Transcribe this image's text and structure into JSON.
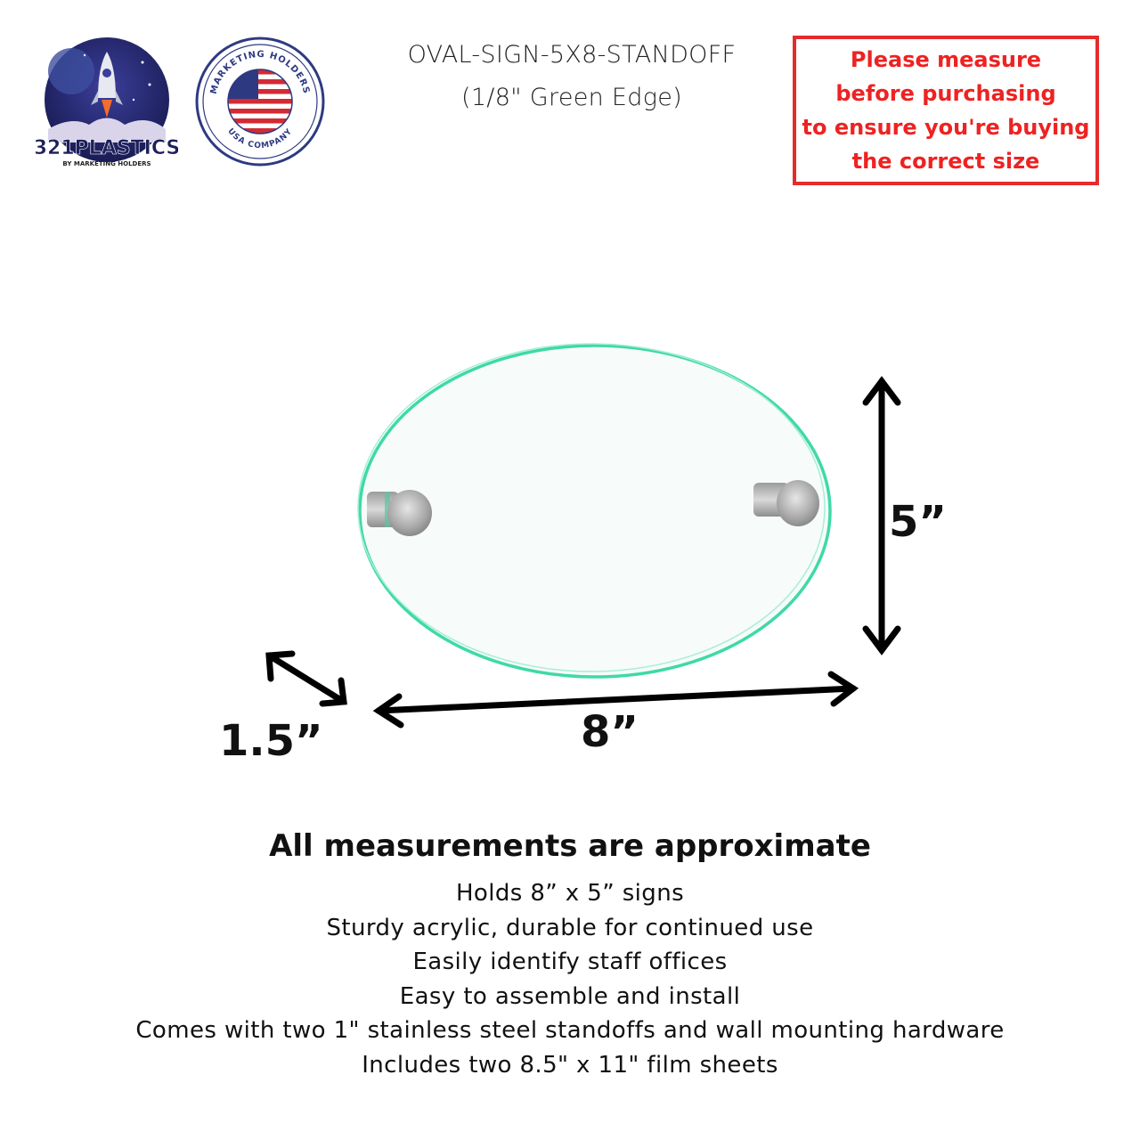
{
  "logos": {
    "left": {
      "icon": "rocket-logo",
      "brand": "321PLASTICS",
      "tagline": "BY MARKETING HOLDERS"
    },
    "right": {
      "icon": "us-flag-seal",
      "top_text": "MARKETING HOLDERS",
      "bottom_text": "USA COMPANY"
    }
  },
  "header": {
    "product_code": "OVAL-SIGN-5X8-STANDOFF",
    "edge_note": "(1/8\" Green Edge)"
  },
  "warning": {
    "lines": [
      "Please measure",
      "before purchasing",
      "to ensure you're buying",
      "the correct size"
    ],
    "color": "#e52b2b"
  },
  "diagram": {
    "dimensions": {
      "height": "5”",
      "width": "8”",
      "depth": "1.5”"
    },
    "edge_color": "#3fd9a8",
    "standoff_color": "#b8b8b8"
  },
  "footer": {
    "title": "All measurements are approximate",
    "features": [
      "Holds 8” x 5” signs",
      "Sturdy acrylic, durable for continued use",
      "Easily identify staff offices",
      "Easy to assemble and install",
      "Comes with two 1\" stainless steel standoffs and wall mounting hardware",
      "Includes two 8.5\" x 11\" film sheets"
    ]
  }
}
